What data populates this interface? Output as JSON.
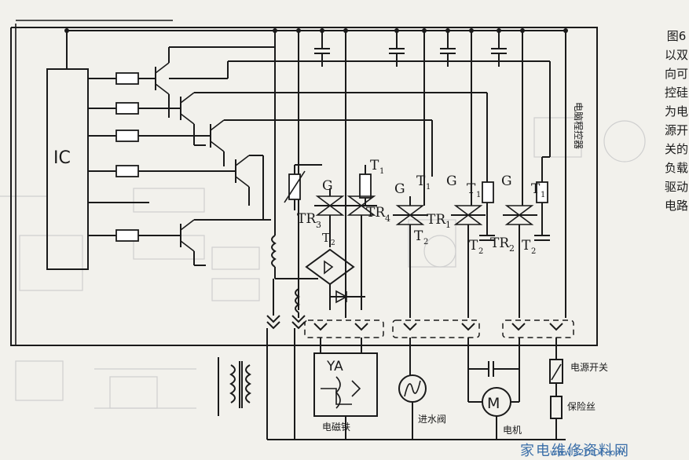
{
  "caption": "图6 以双向可控硅为电源开关的负载驱动电路",
  "labels": {
    "ic": "IC",
    "controller": "电脑程控器",
    "gate": "G",
    "t1": "T",
    "t1_sub": "1",
    "t2": "T",
    "t2_sub": "2",
    "tr": "TR",
    "sub1": "1",
    "sub2": "2",
    "sub3": "3",
    "sub4": "4",
    "ya": "YA",
    "solenoid": "电磁铁",
    "valve": "进水阀",
    "motor_symbol": "M",
    "motor": "电机",
    "power_switch": "电源开关",
    "fuse": "保险丝"
  },
  "watermark": {
    "brand": "家电维修资料网",
    "url": "www.52DIDI.com"
  }
}
